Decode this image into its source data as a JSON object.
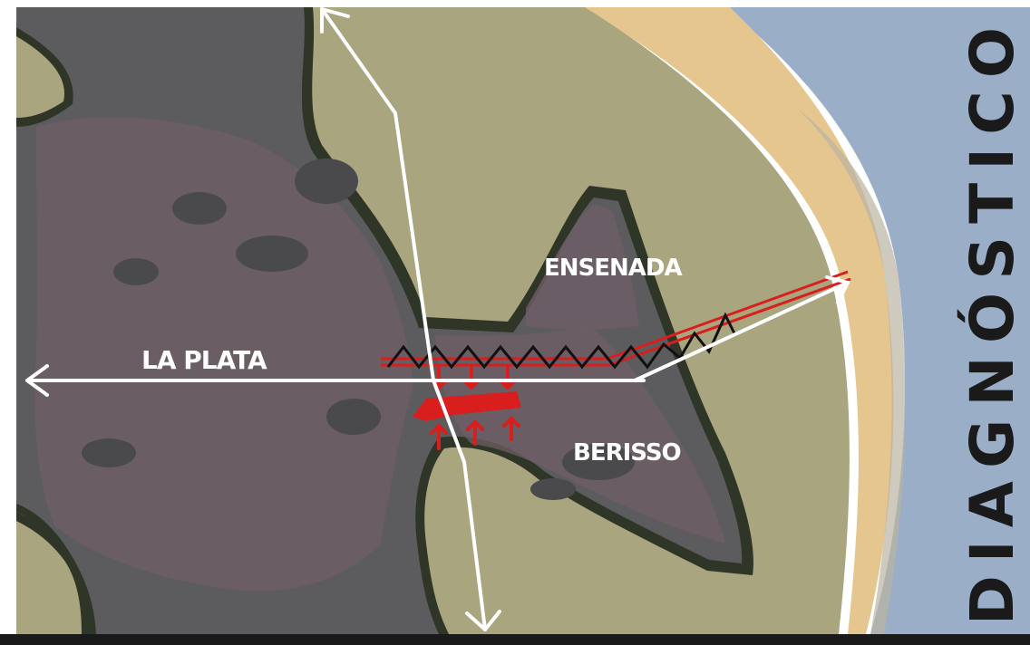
{
  "map": {
    "labels": {
      "la_plata": "LA PLATA",
      "ensenada": "ENSENADA",
      "berisso": "BERISSO"
    },
    "title": "DIAGNÓSTICO",
    "title_letters": [
      "D",
      "I",
      "A",
      "G",
      "N",
      "Ó",
      "S",
      "T",
      "I",
      "C",
      "O"
    ],
    "colors": {
      "urban": "#5c5c5e",
      "urban_dark": "#4a4a4c",
      "urban_mauve": "#6f5e66",
      "rural": "#a8a57f",
      "rural_border": "#2f3527",
      "beach": "#e6c68f",
      "water": "#9aaec7",
      "arrow": "#ffffff",
      "rail": "#d91e1e",
      "zigzag": "#111111",
      "title": "#1a1a1a"
    }
  }
}
